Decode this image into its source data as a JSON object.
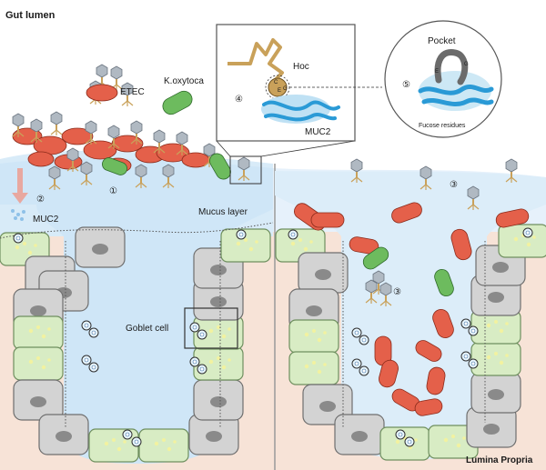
{
  "labels": {
    "gut_lumen": "Gut lumen",
    "lumina_propria": "Lumina Propria",
    "etec": "ETEC",
    "k_oxytoca": "K.oxytoca",
    "muc2_secreted": "MUC2",
    "mucus_layer": "Mucus layer",
    "goblet_cell": "Goblet cell",
    "hoc": "Hoc",
    "muc2_inset": "MUC2",
    "pocket": "Pocket",
    "fucose_residues": "Fucose residues",
    "e_left": "E",
    "g_right": "G",
    "c_hoc": "C",
    "e_hoc": "E",
    "g_hoc": "G"
  },
  "steps": {
    "s1": "①",
    "s2": "②",
    "s3a": "③",
    "s3b": "③",
    "s4": "④",
    "s5": "⑤"
  },
  "colors": {
    "lumen": "#cfe6f7",
    "lamina": "#f7e3d7",
    "etec": "#e4604a",
    "k_oxytoca": "#6dbb5e",
    "cell_grey": "#cfcfcf",
    "cell_green": "#d8ecc4",
    "phage": "#c9a15a"
  }
}
